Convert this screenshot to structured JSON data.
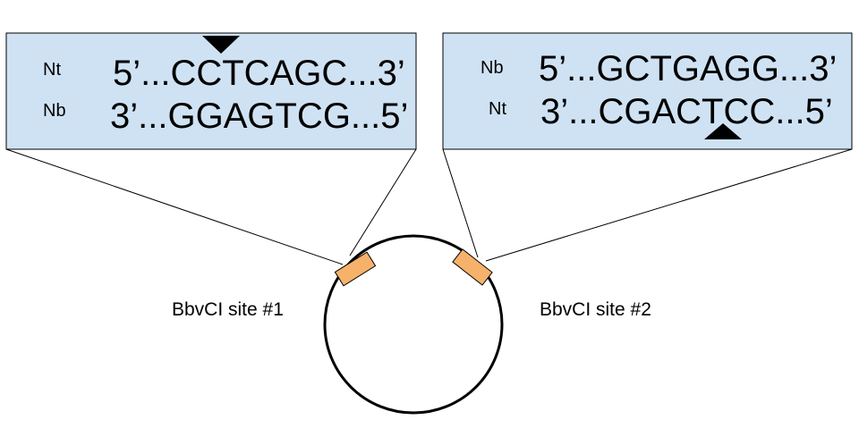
{
  "left_box": {
    "top_strand_label": "Nt",
    "top_sequence": "5’...CCTCAGC...3’",
    "bottom_strand_label": "Nb",
    "bottom_sequence": "3’...GGAGTCG...5’"
  },
  "right_box": {
    "top_strand_label": "Nb",
    "top_sequence": "5’...GCTGAGG...3’",
    "bottom_strand_label": "Nt",
    "bottom_sequence": "3’...CGACTCC...5’"
  },
  "site_labels": {
    "site1": "BbvCI site #1",
    "site2": "BbvCI site #2"
  },
  "colors": {
    "box_fill": "#cfe2f3",
    "site_fill": "#f6b26b",
    "outline": "#000000"
  }
}
